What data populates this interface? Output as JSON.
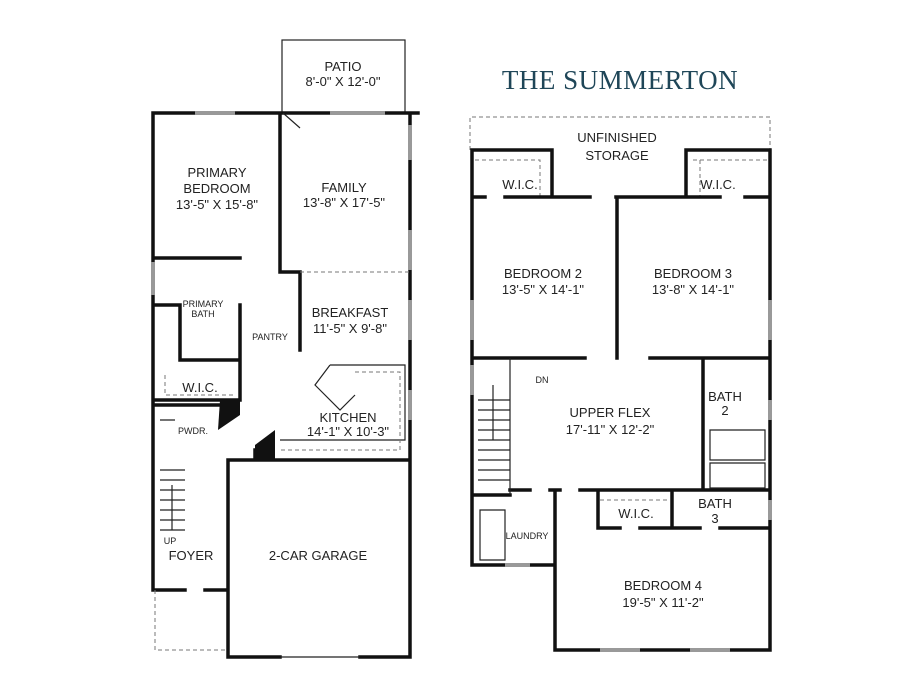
{
  "title": "THE SUMMERTON",
  "colors": {
    "title": "#1f4658",
    "walls": "#111111",
    "windows": "#999999"
  },
  "first_floor": {
    "patio": {
      "name": "PATIO",
      "size": "8'-0\" X 12'-0\""
    },
    "primary_bedroom": {
      "name1": "PRIMARY",
      "name2": "BEDROOM",
      "size": "13'-5\" X 15'-8\""
    },
    "family": {
      "name": "FAMILY",
      "size": "13'-8\" X 17'-5\""
    },
    "primary_bath": {
      "name1": "PRIMARY",
      "name2": "BATH"
    },
    "breakfast": {
      "name": "BREAKFAST",
      "size": "11'-5\" X 9'-8\""
    },
    "pantry": {
      "name": "PANTRY"
    },
    "wic": {
      "name": "W.I.C."
    },
    "kitchen": {
      "name": "KITCHEN",
      "size": "14'-1\" X 10'-3\""
    },
    "powder": {
      "name": "PWDR."
    },
    "stairs": {
      "label": "UP"
    },
    "foyer": {
      "name": "FOYER"
    },
    "garage": {
      "name": "2-CAR GARAGE"
    }
  },
  "second_floor": {
    "storage": {
      "name1": "UNFINISHED",
      "name2": "STORAGE"
    },
    "wic_left": {
      "name": "W.I.C."
    },
    "wic_right": {
      "name": "W.I.C."
    },
    "bedroom2": {
      "name": "BEDROOM 2",
      "size": "13'-5\" X 14'-1\""
    },
    "bedroom3": {
      "name": "BEDROOM 3",
      "size": "13'-8\" X 14'-1\""
    },
    "stairs": {
      "label": "DN"
    },
    "upper_flex": {
      "name": "UPPER FLEX",
      "size": "17'-11\" X 12'-2\""
    },
    "bath2": {
      "name1": "BATH",
      "name2": "2"
    },
    "bath3": {
      "name1": "BATH",
      "name2": "3"
    },
    "wic_bed4": {
      "name": "W.I.C."
    },
    "laundry": {
      "name": "LAUNDRY"
    },
    "bedroom4": {
      "name": "BEDROOM 4",
      "size": "19'-5\" X 11'-2\""
    }
  }
}
